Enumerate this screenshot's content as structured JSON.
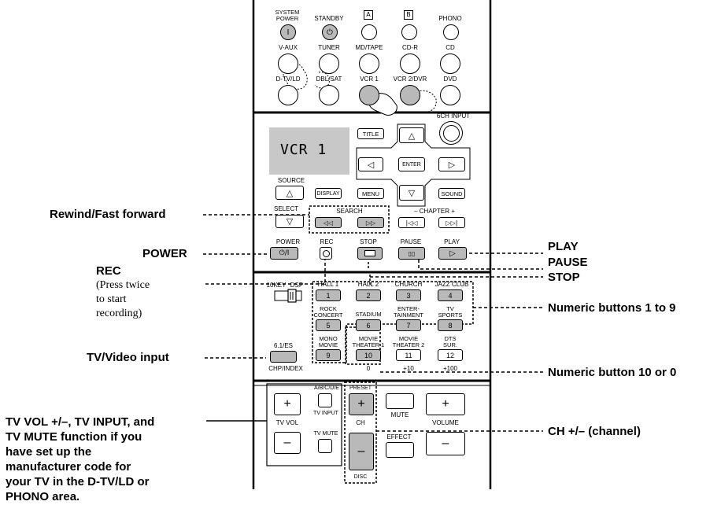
{
  "remote": {
    "row1": [
      "SYSTEM\nPOWER",
      "STANDBY",
      "A",
      "B",
      "PHONO"
    ],
    "row2": [
      "V-AUX",
      "TUNER",
      "MD/TAPE",
      "CD-R",
      "CD"
    ],
    "row3": [
      "D-TV/LD",
      "DBL/SAT",
      "VCR 1",
      "VCR 2/DVR",
      "DVD"
    ],
    "ch_input": "6CH INPUT",
    "display_text": "VCR 1",
    "title": "TITLE",
    "enter": "ENTER",
    "source": "SOURCE",
    "select": "SELECT",
    "display": "DISPLAY",
    "menu": "MENU",
    "sound": "SOUND",
    "search": "SEARCH",
    "chapter": "–  CHAPTER  +",
    "power": "POWER",
    "rec": "REC",
    "stop": "STOP",
    "pause": "PAUSE",
    "play": "PLAY",
    "tenkey": "10KEY",
    "dsp": "DSP",
    "num_top_labels": [
      "HALL 1",
      "HALL 2",
      "CHURCH",
      "JAZZ CLUB"
    ],
    "num_row1": [
      "1",
      "2",
      "3",
      "4"
    ],
    "num_mid_labels": [
      "ROCK\nCONCERT",
      "STADIUM",
      "ENTER-\nTAINMENT",
      "TV\nSPORTS"
    ],
    "num_row2": [
      "5",
      "6",
      "7",
      "8"
    ],
    "num_bot_labels": [
      "MONO\nMOVIE",
      "MOVIE\nTHEATER 1",
      "MOVIE\nTHEATER 2",
      "DTS\nSUR."
    ],
    "num_row3": [
      "9",
      "10",
      "11",
      "12"
    ],
    "es": "6.1/ES",
    "chp_index": "CHP/INDEX",
    "below_nums": [
      "0",
      "+10",
      "+100"
    ],
    "abcde": "A/B/C/D/E",
    "tv_input": "TV INPUT",
    "tv_vol": "TV VOL",
    "tv_mute": "TV MUTE",
    "preset": "PRESET",
    "ch": "CH",
    "disc": "DISC",
    "mute": "MUTE",
    "effect": "EFFECT",
    "volume": "VOLUME",
    "plus": "+",
    "minus": "–"
  },
  "annotations": {
    "rewind": "Rewind/Fast forward",
    "power": "POWER",
    "rec": "REC",
    "rec_note": "(Press twice\nto start\nrecording)",
    "tv_video": "TV/Video input",
    "tv_vol_note": "TV VOL +/–, TV INPUT, and\nTV MUTE function if you\nhave set up the\nmanufacturer code for\nyour TV in the D-TV/LD or\nPHONO area.",
    "play": "PLAY",
    "pause": "PAUSE",
    "stop": "STOP",
    "numeric_1_9": "Numeric buttons 1 to 9",
    "numeric_10_0": "Numeric button 10 or 0",
    "ch": "CH +/– (channel)"
  }
}
